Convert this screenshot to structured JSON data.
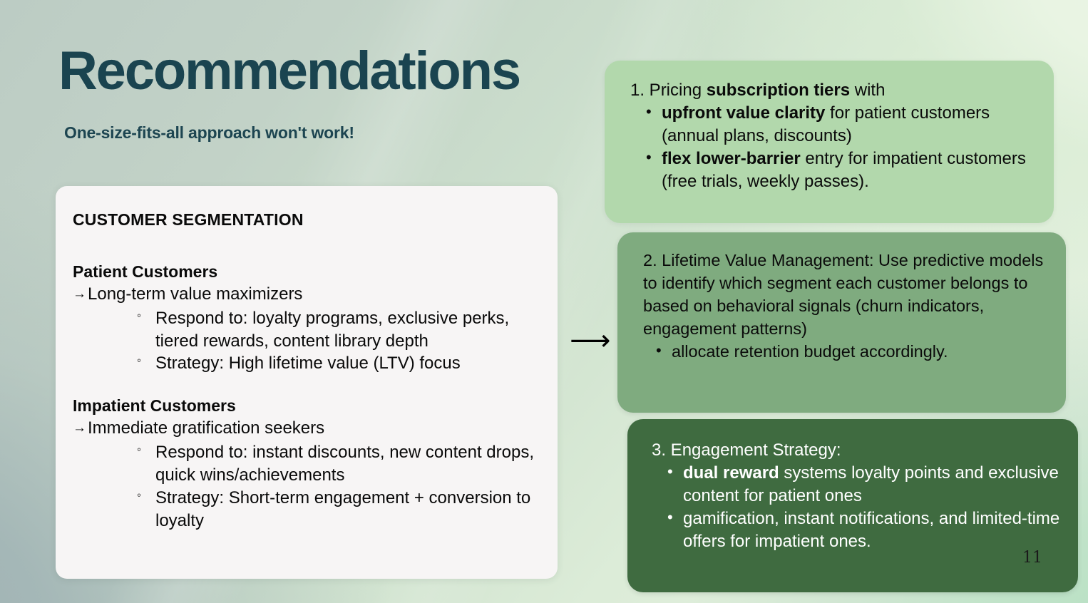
{
  "slide": {
    "title": "Recommendations",
    "subtitle": "One-size-fits-all approach won't work!",
    "page_number": "11",
    "flow_arrow": "⟶",
    "colors": {
      "title_text": "#1a4450",
      "subtitle_text": "#1d4551",
      "white_card_bg": "#f7f5f5",
      "card1_bg": "#b2d8ac",
      "card2_bg": "#7fab7f",
      "card3_bg": "#3f6b40",
      "card3_text": "#ffffff"
    }
  },
  "segmentation_card": {
    "heading": "CUSTOMER SEGMENTATION",
    "groups": [
      {
        "title": "Patient Customers",
        "arrow_marker": "→",
        "lead": "Long-term value maximizers",
        "bullet_marker": "◦",
        "bullets": [
          "Respond to: loyalty programs, exclusive perks, tiered rewards, content library depth",
          "Strategy: High lifetime value (LTV) focus"
        ]
      },
      {
        "title": "Impatient Customers",
        "arrow_marker": "→",
        "lead": "Immediate gratification seekers",
        "bullet_marker": "◦",
        "bullets": [
          "Respond to: instant discounts, new content drops, quick wins/achievements",
          "Strategy: Short-term engagement + conversion to loyalty"
        ]
      }
    ]
  },
  "recommendation_cards": [
    {
      "id": "card1",
      "number": "1.",
      "headline_plain": "1. Pricing subscription tiers with",
      "headline_html": "1. Pricing <b>subscription tiers</b> with",
      "bullet_marker": "•",
      "bullets_plain": [
        "upfront value clarity for patient customers (annual plans, discounts)",
        "flex lower-barrier entry for impatient customers (free trials, weekly passes)."
      ],
      "bullets_html": [
        "<b>upfront value clarity</b> for patient customers (annual plans, discounts)",
        "<b>flex lower-barrier</b> entry for impatient customers (free trials, weekly passes)."
      ]
    },
    {
      "id": "card2",
      "number": "2.",
      "headline_plain": "2. Lifetime Value Management: Use predictive models to identify which segment each customer belongs to based on behavioral signals (churn indicators, engagement patterns)",
      "headline_html": "2. Lifetime Value Management: Use predictive models to identify which segment each customer belongs to based on behavioral signals (churn indicators, engagement patterns)",
      "bullet_marker": "•",
      "bullets_plain": [
        "allocate retention budget accordingly."
      ],
      "bullets_html": [
        "allocate retention budget accordingly."
      ]
    },
    {
      "id": "card3",
      "number": "3.",
      "headline_plain": "3. Engagement Strategy:",
      "headline_html": "3. Engagement Strategy:",
      "bullet_marker": "•",
      "bullets_plain": [
        "dual reward systems loyalty points and exclusive content for patient ones",
        "gamification, instant notifications, and limited-time offers for impatient ones."
      ],
      "bullets_html": [
        "<b>dual reward</b> systems loyalty points and exclusive content for patient ones",
        "gamification, instant notifications, and limited-time offers for impatient ones."
      ]
    }
  ]
}
